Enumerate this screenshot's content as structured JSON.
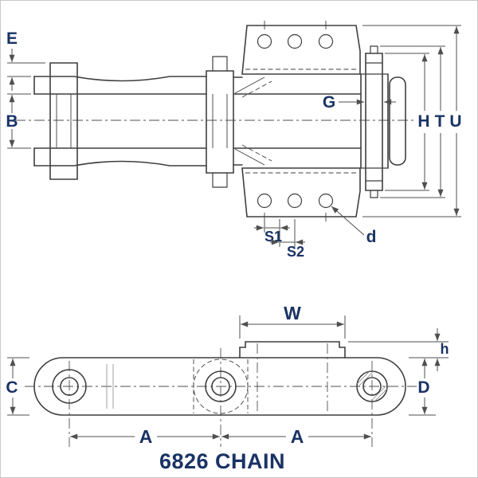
{
  "drawing": {
    "title": "6826 CHAIN",
    "plan_labels": {
      "E": "E",
      "B": "B",
      "G": "G",
      "H": "H",
      "T": "T",
      "U": "U",
      "S1": "S1",
      "S2": "S2",
      "d": "d"
    },
    "elevation_labels": {
      "W": "W",
      "C": "C",
      "D": "D",
      "h": "h",
      "A_left": "A",
      "A_right": "A"
    },
    "colors": {
      "label": "#1a3365",
      "line": "#3f3f3f",
      "dim": "#4f4f4f",
      "background": "#ffffff",
      "border": "#c9c9c9"
    }
  }
}
